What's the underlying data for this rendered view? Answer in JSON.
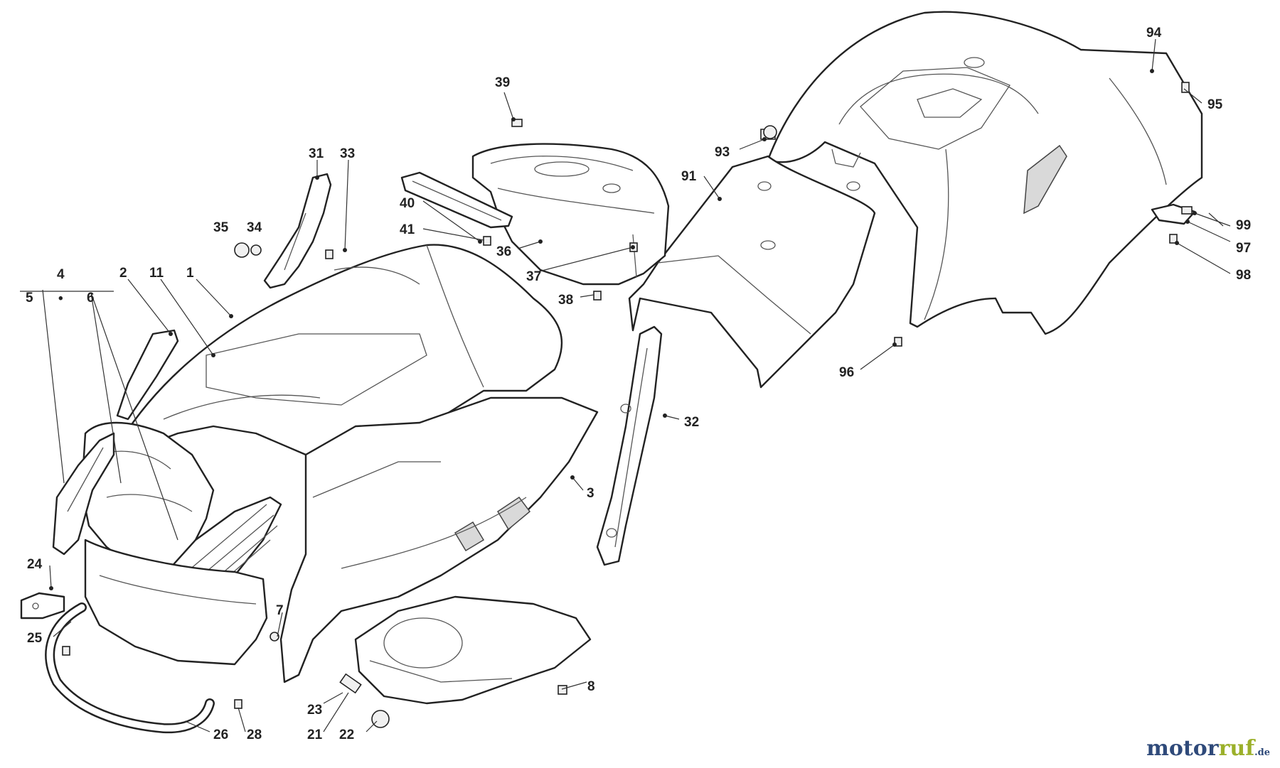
{
  "diagram": {
    "labels": [
      "1",
      "2",
      "3",
      "4",
      "5",
      "6",
      "7",
      "8",
      "11",
      "21",
      "22",
      "23",
      "24",
      "25",
      "26",
      "28",
      "31",
      "32",
      "33",
      "34",
      "35",
      "36",
      "37",
      "38",
      "39",
      "40",
      "41",
      "91",
      "93",
      "94",
      "95",
      "96",
      "97",
      "98",
      "99"
    ],
    "legend_dot": "•"
  },
  "branding": {
    "logo_main": "motor",
    "logo_accent": "uf",
    "logo_mid": "r",
    "logo_suffix": ".de"
  }
}
